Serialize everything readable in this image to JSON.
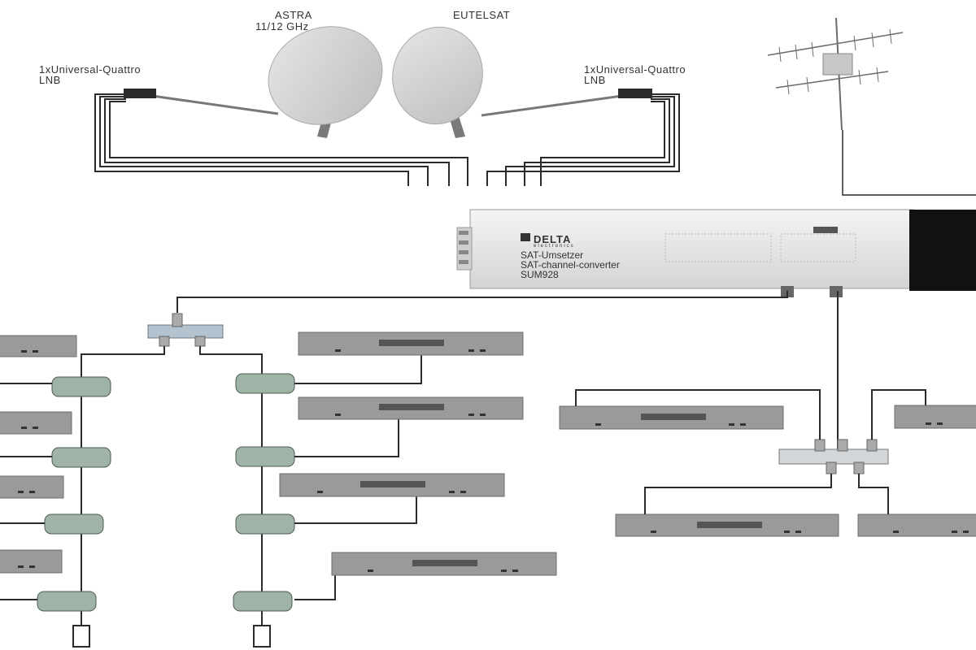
{
  "labels": {
    "dish_left_title": "ASTRA",
    "dish_left_freq": "11/12 GHz",
    "dish_right_title": "EUTELSAT",
    "lnb_left_line1": "1xUniversal-Quattro",
    "lnb_left_line2": "LNB",
    "lnb_right_line1": "1xUniversal-Quattro",
    "lnb_right_line2": "LNB"
  },
  "converter": {
    "brand": "DELTA",
    "brand_sub": "electronics",
    "line1": "SAT-Umsetzer",
    "line2": "SAT-channel-converter",
    "model": "SUM928"
  },
  "colors": {
    "line": "#2b2b2b",
    "receiver": "#9a9a9a",
    "receiver_edge": "#6e6e6e",
    "tap": "#9fb3a6",
    "dish": "#d0d0d0"
  }
}
